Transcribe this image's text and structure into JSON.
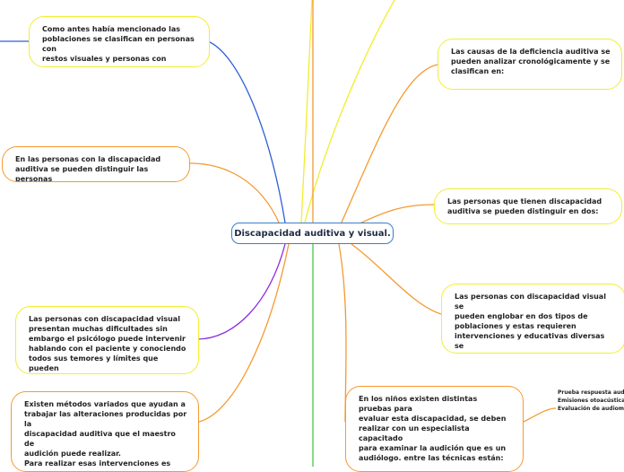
{
  "center": {
    "label": "Discapacidad auditiva y visual."
  },
  "branches": {
    "vision_classification": "Como antes había mencionado las\npoblaciones se clasifican en personas con\nrestos visuales y personas con ceguera\ntotal.",
    "hearing_groups": "En las personas con la discapacidad\nauditiva se pueden distinguir las personas\nsordas y las personas hipoacúsicas.",
    "psychologist": "Las personas con discapacidad visual\npresentan muchas dificultades sin\nembargo el psicólogo puede intervenir\nhablando con el paciente y conociendo\ntodos sus temores y límites que pueden\nimpedir avances en su rehabilitación.",
    "methods": "Existen métodos variados que ayudan a\ntrabajar las alteraciones producidas por la\ndiscapacidad auditiva que el maestro de\naudición puede realizar.\nPara realizar esas intervenciones es",
    "causes": "Las causas de la deficiencia auditiva se\npueden analizar cronológicamente y se\nclasifican en:",
    "hearing_two": "Las personas que tienen discapacidad\nauditiva se pueden distinguir en dos:",
    "visual_two_types": "Las personas con discapacidad visual se\npueden englobar en dos tipos de\npoblaciones y estas requieren\nintervenciones y educativas diversas se\nclasifican en:",
    "children_tests": "En los niños existen distintas pruebas para\nevaluar esta discapacidad, se deben\nrealizar con un especialista capacitado\npara examinar la audición que es un\naudiólogo. entre las técnicas están:"
  },
  "leaves": {
    "tests": [
      "Prueba respuesta auditiva",
      "Emisiones otoacústicas",
      "Evaluación de audiometría"
    ]
  },
  "colors": {
    "blue": "#2f5fd6",
    "orange": "#f59a2f",
    "purple": "#8a2be2",
    "yellow": "#f2ee2e",
    "green": "#46c84a",
    "center_border": "#3a7ec8"
  }
}
